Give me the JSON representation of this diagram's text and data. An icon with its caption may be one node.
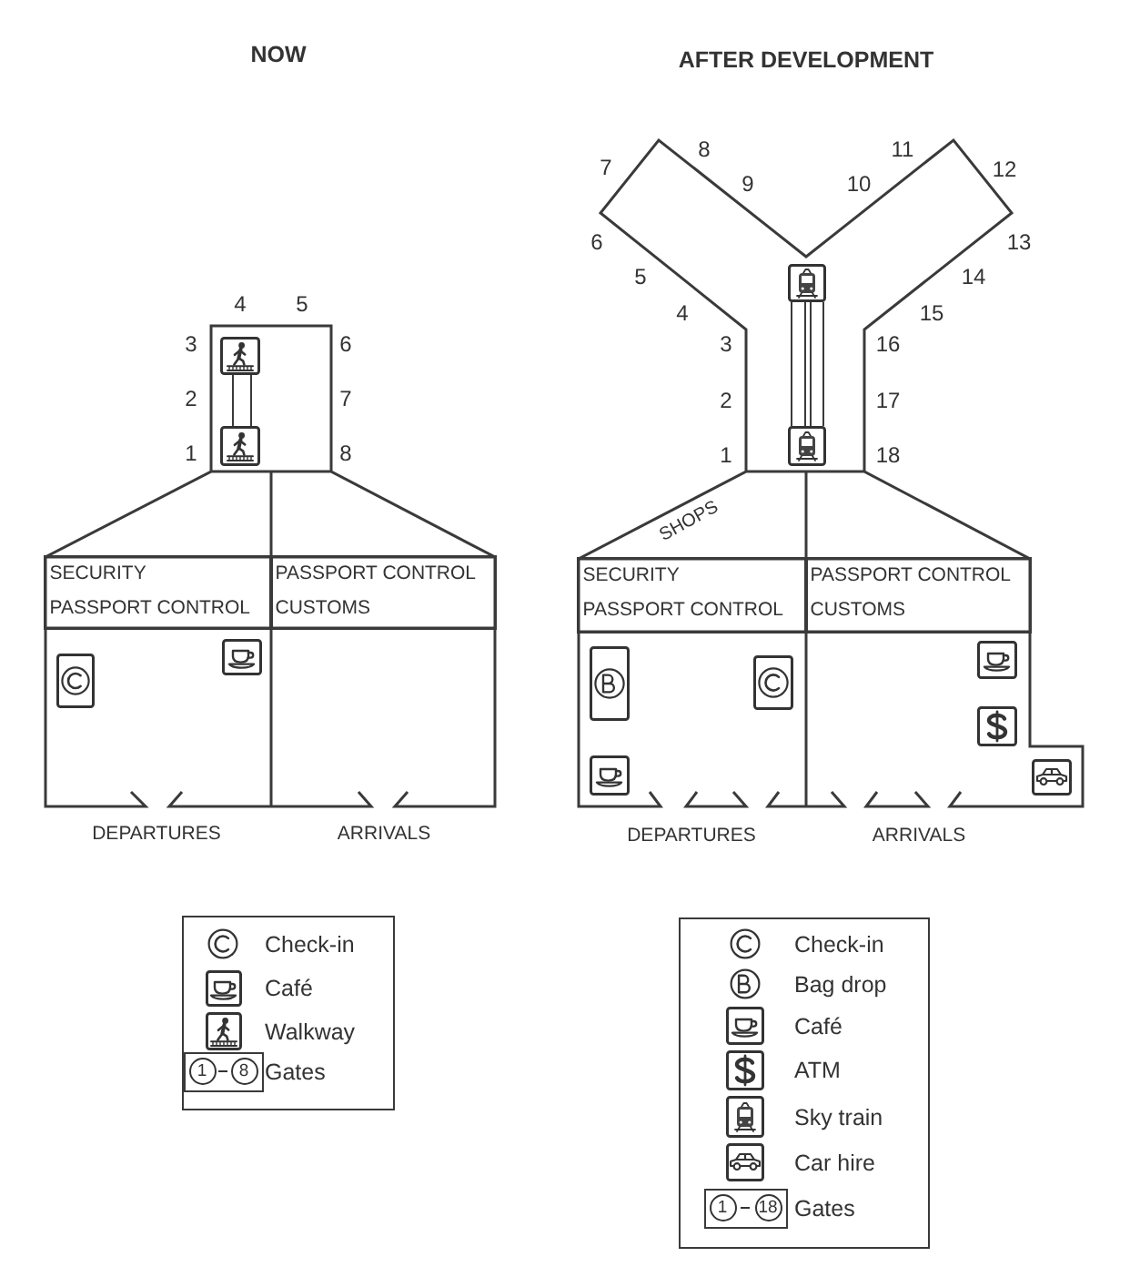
{
  "diagram": {
    "nodes": [
      {
        "text": [
          "SECURITY",
          "PASSPORT CONTROL"
        ]
      },
      {
        "text": [
          "PASSPORT CONTROL",
          "CUSTOMS"
        ]
      },
      {
        "text": [
          "SECURITY",
          "PASSPORT CONTROL"
        ]
      },
      {
        "text": [
          "PASSPORT CONTROL",
          "CUSTOMS"
        ]
      }
    ],
    "labels": [
      "NOW",
      "4",
      "5",
      "3",
      "6",
      "2",
      "7",
      "1",
      "8",
      "DEPARTURES",
      "ARRIVALS",
      "AFTER DEVELOPMENT",
      "8",
      "11",
      "7",
      "12",
      "9",
      "10",
      "6",
      "13",
      "5",
      "14",
      "4",
      "15",
      "3",
      "16",
      "2",
      "17",
      "1",
      "18",
      "SHOPS",
      "DEPARTURES",
      "ARRIVALS",
      "1",
      "8",
      "1",
      "18"
    ],
    "legend": [
      {
        "text": "Check-in"
      },
      {
        "text": "Café"
      },
      {
        "text": "Walkway"
      },
      {
        "text": "Gates"
      },
      {
        "text": "Check-in"
      },
      {
        "text": "Bag drop"
      },
      {
        "text": "Café"
      },
      {
        "text": "ATM"
      },
      {
        "text": "Sky train"
      },
      {
        "text": "Car hire"
      },
      {
        "text": "Gates"
      }
    ]
  }
}
